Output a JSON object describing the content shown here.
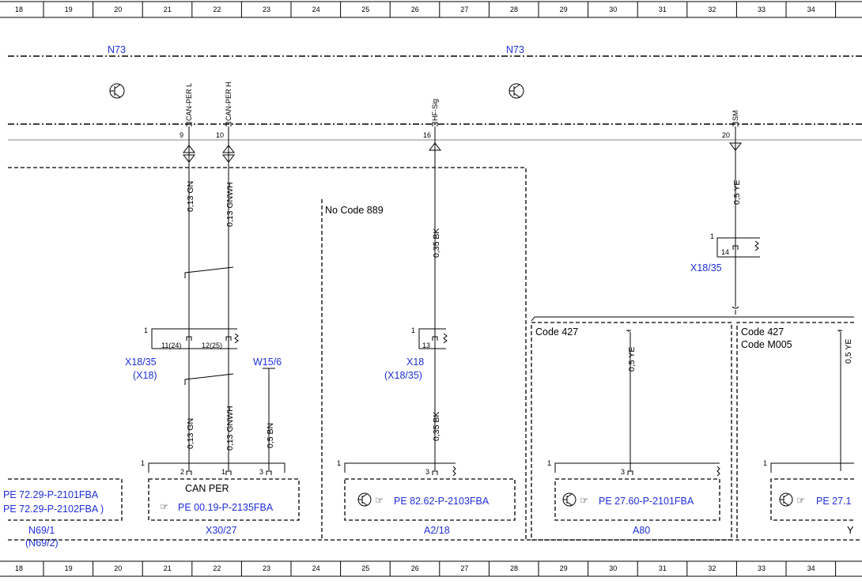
{
  "grid": {
    "columns": [
      "18",
      "19",
      "20",
      "21",
      "22",
      "23",
      "24",
      "25",
      "26",
      "27",
      "28",
      "29",
      "30",
      "31",
      "32",
      "33",
      "34"
    ]
  },
  "components": {
    "n73_left": "N73",
    "n73_right": "N73",
    "x18_35_a": "X18/35",
    "x18_35_b_line1": "X18/35",
    "x18_35_b_line2": "(X18)",
    "w15_6": "W15/6",
    "x18_line1": "X18",
    "x18_line2": "(X18/35)",
    "n69_line1": "N69/1",
    "n69_line2": "(N69/2)",
    "x30_27": "X30/27",
    "a2_18": "A2/18",
    "a80": "A80",
    "y_cut": "Y"
  },
  "codes": {
    "no_code_889": "No Code 889",
    "code_427_a": "Code 427",
    "code_427_b": "Code 427",
    "code_m005": "Code M005"
  },
  "signals": {
    "can_per_l": "CAN-PER L",
    "can_per_h": "CAN-PER H",
    "hf_sig": "HF-Sig",
    "sm": "SM",
    "can_per_box": "CAN PER"
  },
  "pins": {
    "p9": "9",
    "p10": "10",
    "p16": "16",
    "p20": "20",
    "p14": "14",
    "p1_a": "1",
    "p1_b": "1",
    "p1_c": "1",
    "p1_d": "1",
    "p11_24": "11(24)",
    "p12_25": "12(25)",
    "p13": "13",
    "p1_x30": "1",
    "p2_x30": "2",
    "p1b_x30": "1",
    "p3_x30": "3",
    "p1_a2": "1",
    "p3_a2": "3",
    "p1_a80": "1",
    "p3_a80": "3",
    "p1_y": "1"
  },
  "wires": {
    "w013gn_top": "0,13 GN",
    "w013gnwh_top": "0,13 GNWH",
    "w013gn_bot": "0,13 GN",
    "w013gnwh_bot": "0,13 GNWH",
    "w05bn": "0,5 BN",
    "w035bk_top": "0,35 BK",
    "w035bk_bot": "0,35 BK",
    "w05ye_top": "0,5 YE",
    "w05ye_a80": "0,5 YE",
    "w05ye_y": "0,5 YE"
  },
  "refs": {
    "pe_72_29_2101": "PE 72.29-P-2101FBA",
    "pe_72_29_2102": "PE 72.29-P-2102FBA )",
    "pe_00_19_2135": "PE 00.19-P-2135FBA",
    "pe_82_62_2103": "PE 82.62-P-2103FBA",
    "pe_27_60_2101": "PE 27.60-P-2101FBA",
    "pe_27_cut": "PE 27.1"
  },
  "colors": {
    "component_label": "#1f2fd8",
    "line": "#000000"
  }
}
